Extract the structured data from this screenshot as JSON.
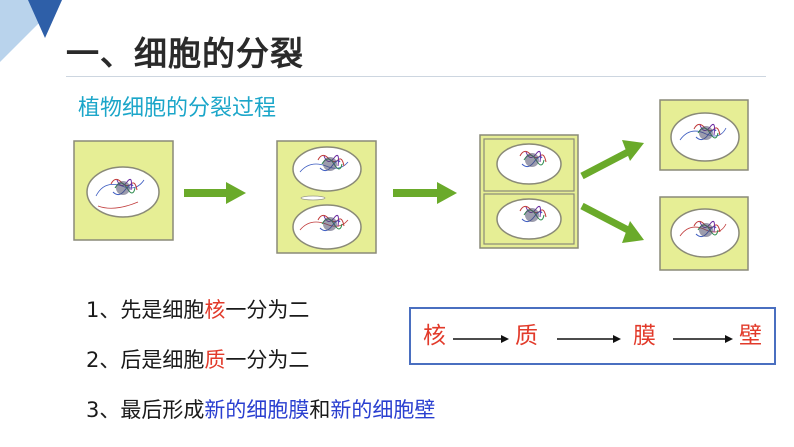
{
  "title": "一、细胞的分裂",
  "subtitle": "植物细胞的分裂过程",
  "steps": [
    {
      "num": "1、",
      "pre": "先是细胞",
      "hl1": "核",
      "mid": "一分为二",
      "hl2": "",
      "end": ""
    },
    {
      "num": "2、",
      "pre": "后是细胞",
      "hl1": "质",
      "mid": "一分为二",
      "hl2": "",
      "end": ""
    },
    {
      "num": "3、",
      "pre": "最后形成",
      "hl1": "新的细胞膜",
      "mid": "和",
      "hl2": "新的细胞壁",
      "end": ""
    }
  ],
  "sequence": [
    "核",
    "质",
    "膜",
    "壁"
  ],
  "colors": {
    "cell_fill": "#e6ee95",
    "cell_border": "#8a8a78",
    "arrow": "#6aaa2a",
    "highlight_red": "#e23a2a",
    "highlight_blue": "#2a3fd0",
    "subtitle": "#1ba6c9"
  }
}
